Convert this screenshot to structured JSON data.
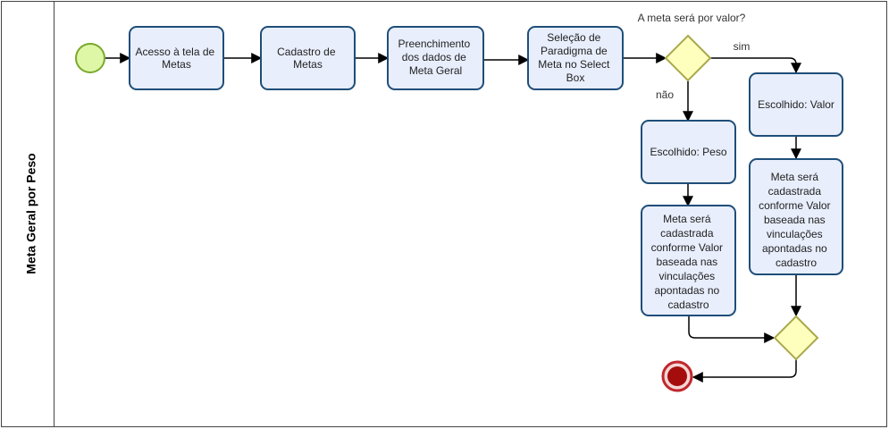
{
  "lane": {
    "label": "Meta Geral por Peso"
  },
  "colors": {
    "task_fill": "#e8eefc",
    "task_stroke": "#1f4e79",
    "start_fill": "#ddf7a6",
    "start_stroke": "#7aa92b",
    "gateway_fill": "#fefebd",
    "gateway_stroke": "#a9a94c",
    "end_fill": "#a50d0d",
    "end_stroke": "#c0272d",
    "edge": "#000000"
  },
  "tasks": {
    "acesso": "Acesso à tela de Metas",
    "cadastro": "Cadastro de Metas",
    "preenchimento": "Preenchimento dos dados de Meta Geral",
    "selecao": "Seleção de Paradigma de Meta no Select Box",
    "peso": "Escolhido: Peso",
    "valor": "Escolhido: Valor",
    "cadastro_peso": "Meta será cadastrada conforme Valor baseada nas vinculações apontadas no cadastro",
    "cadastro_valor": "Meta será cadastrada conforme Valor baseada nas vinculações apontadas no cadastro"
  },
  "gateways": {
    "decision_question": "A meta será por valor?"
  },
  "edges": {
    "sim": "sim",
    "nao": "não"
  },
  "icons": {
    "start": "start-event-icon",
    "end": "end-event-icon",
    "gateway": "exclusive-gateway-icon"
  }
}
